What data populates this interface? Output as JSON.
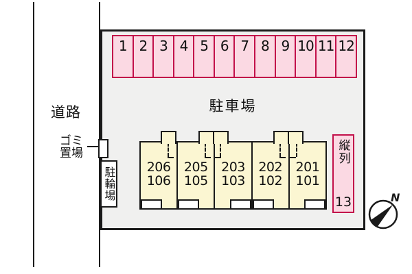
{
  "labels": {
    "road": "道路",
    "parking_area": "駐車場",
    "garbage_line1": "ゴミ",
    "garbage_line2": "置場",
    "bicycle_parking": "駐輪場",
    "tandem": "縦列",
    "tandem_number": "13",
    "compass_north": "N"
  },
  "parking": {
    "space_numbers": [
      "1",
      "2",
      "3",
      "4",
      "5",
      "6",
      "7",
      "8",
      "9",
      "10",
      "11",
      "12"
    ]
  },
  "building": {
    "units": [
      {
        "upper": "206",
        "lower": "106"
      },
      {
        "upper": "205",
        "lower": "105"
      },
      {
        "upper": "203",
        "lower": "103"
      },
      {
        "upper": "202",
        "lower": "102"
      },
      {
        "upper": "201",
        "lower": "101"
      }
    ]
  },
  "colors": {
    "space_fill": "#FBD9E3",
    "space_border": "#C2104A",
    "building_fill": "#FBF6D2",
    "site_fill": "#F0F0EF",
    "line": "#1A1A1A"
  }
}
